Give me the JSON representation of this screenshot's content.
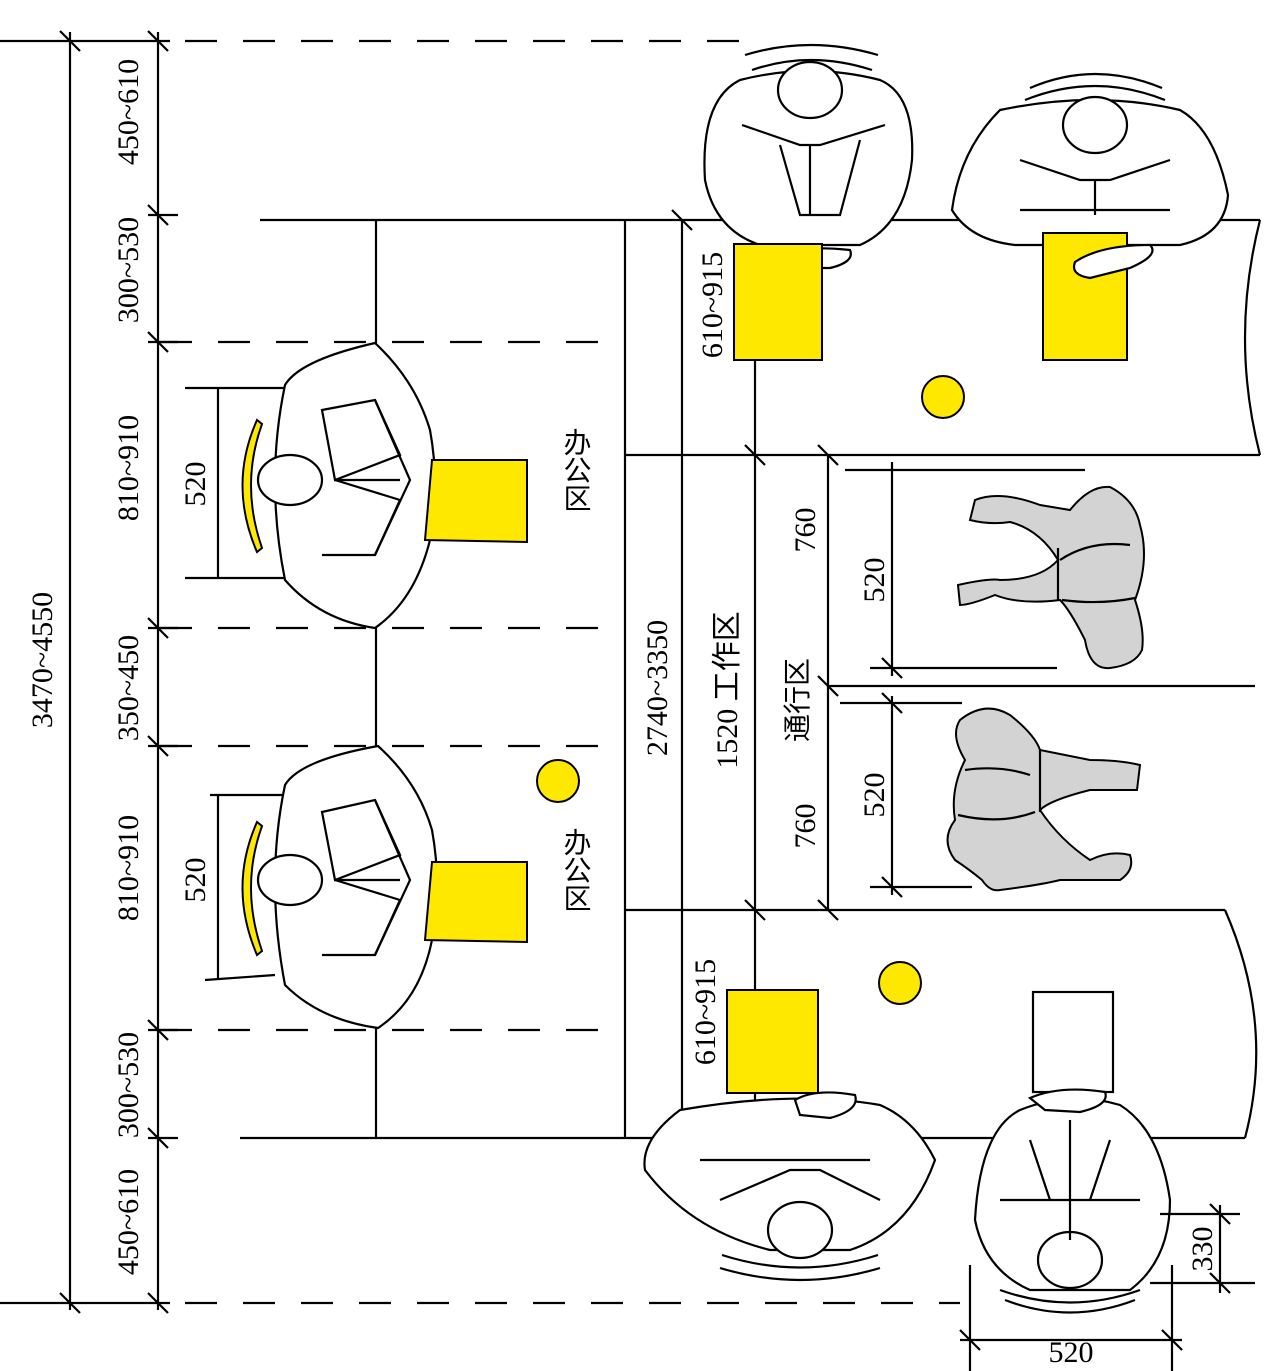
{
  "dimensions": {
    "overall": "3470~4550",
    "left_chain": [
      "450~610",
      "300~530",
      "810~910",
      "350~450",
      "810~910",
      "300~530",
      "450~610"
    ],
    "inner_left_520_top": "520",
    "inner_left_520_bottom": "520",
    "desk_depth_top": "610~915",
    "desk_depth_bottom": "610~915",
    "zone_total": "2740~3350",
    "work_zone": "1520 工作区",
    "passage_zone": "通行区",
    "passage_760_top": "760",
    "passage_760_bottom": "760",
    "right_520_top": "520",
    "right_520_bottom": "520",
    "bottom_330": "330",
    "bottom_520": "520"
  },
  "zones": {
    "office_top": "办公区",
    "office_bottom": "办公区"
  },
  "colors": {
    "highlight": "#ffe800",
    "figure_grey": "#d3d3d3",
    "line": "#000000"
  }
}
